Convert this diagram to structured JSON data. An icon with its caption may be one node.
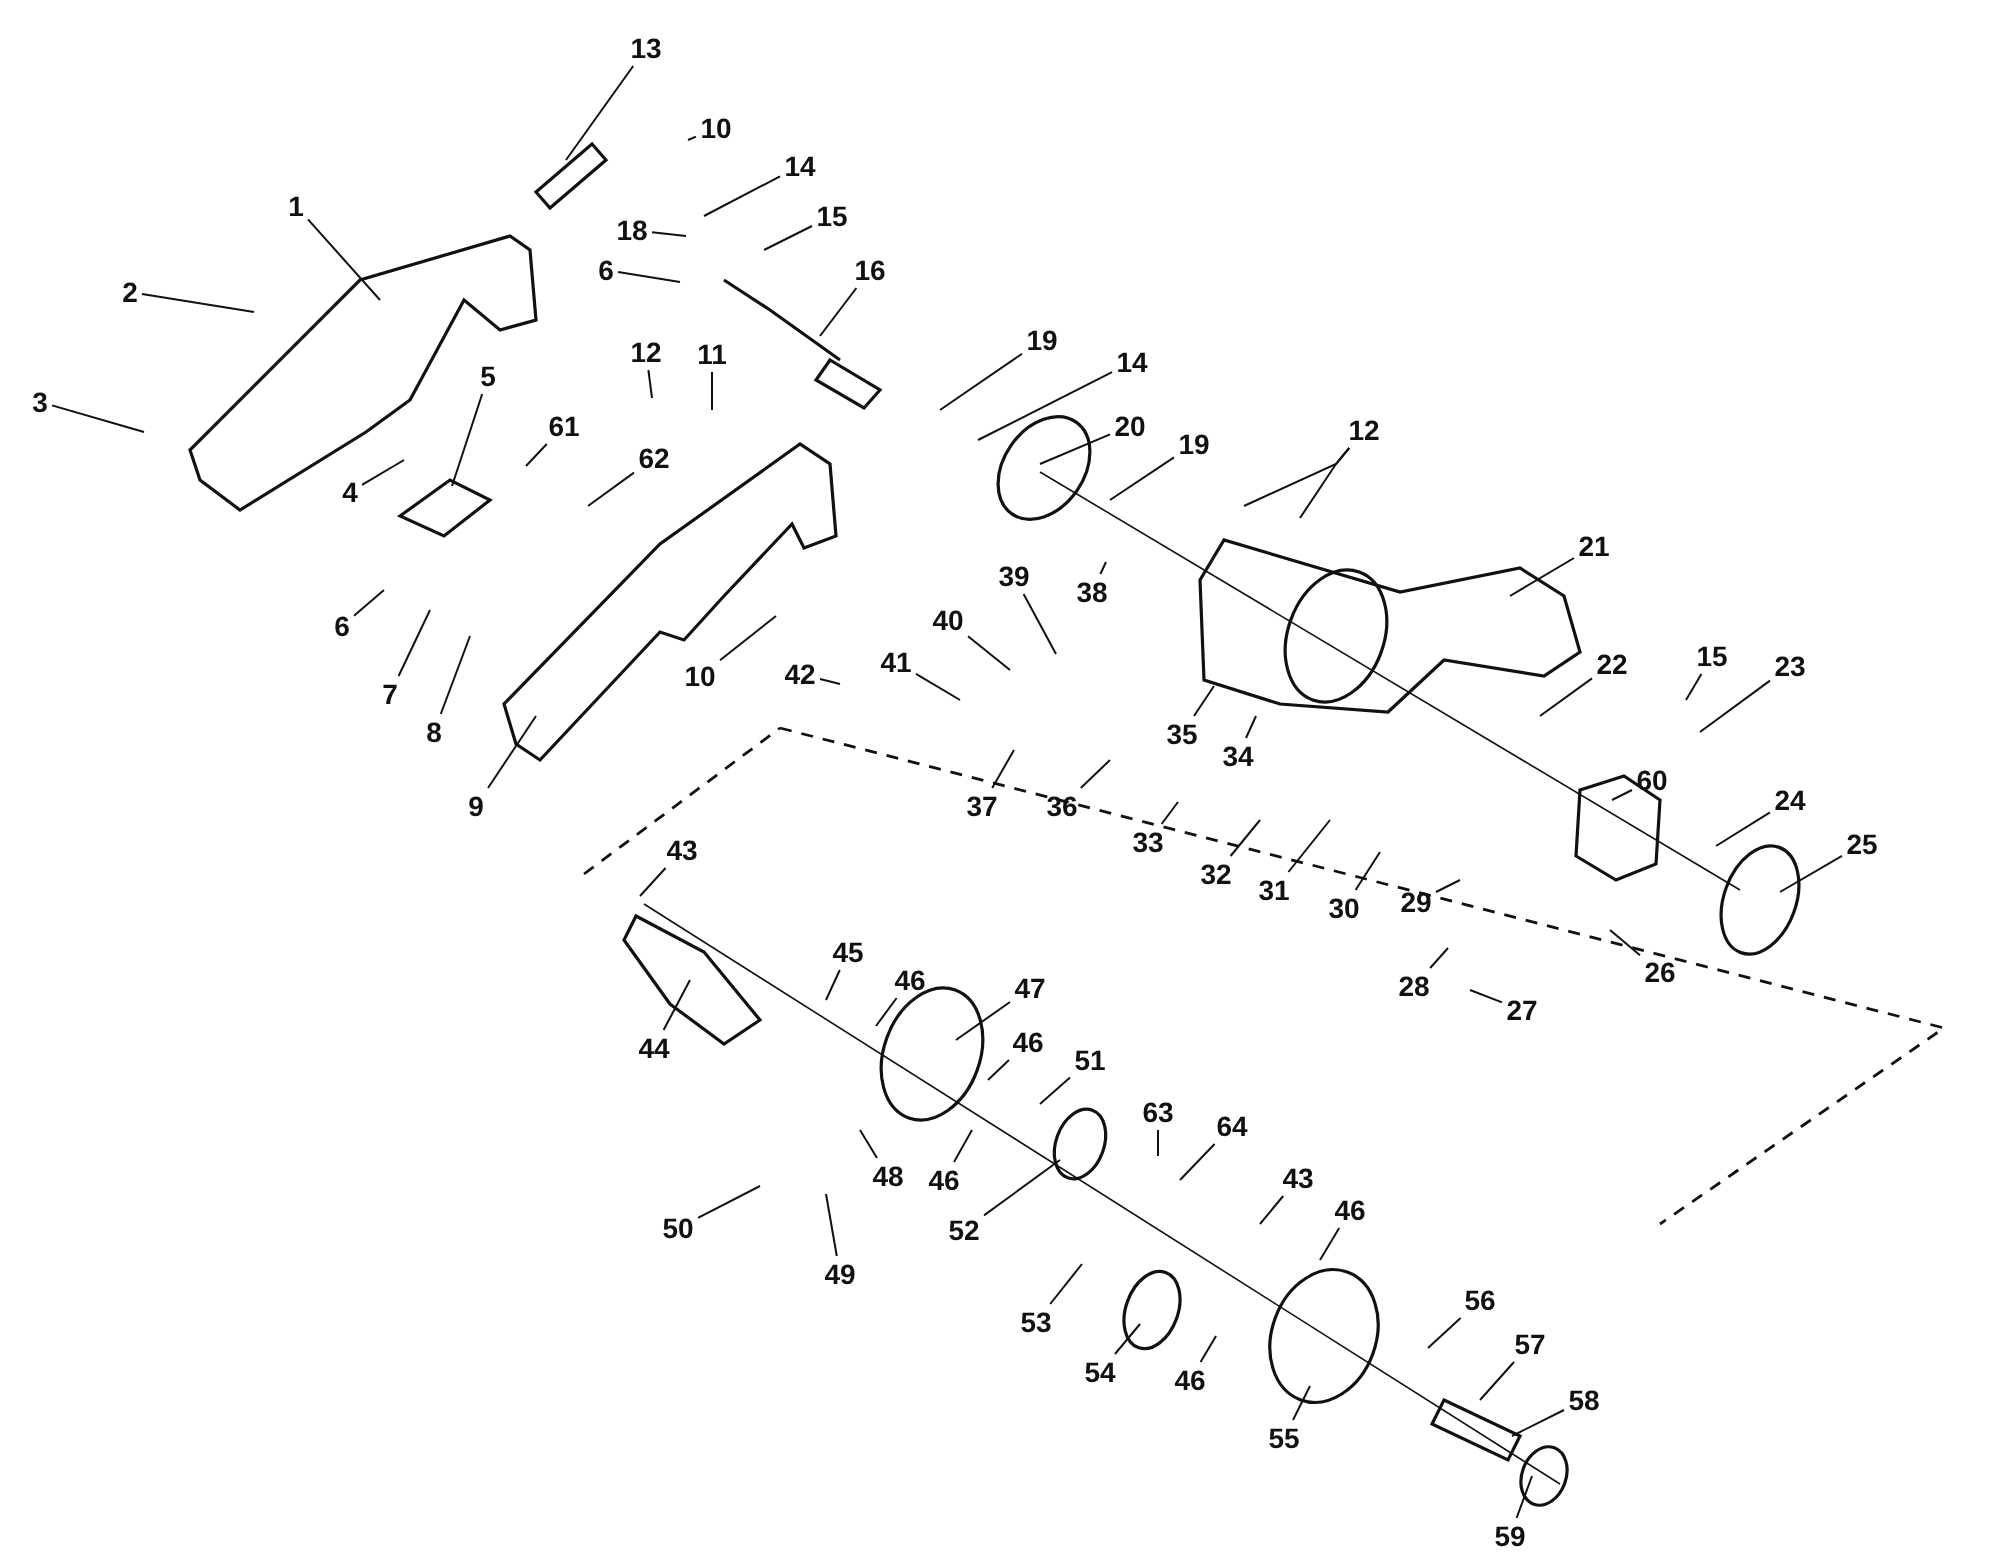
{
  "diagram": {
    "nodes": [
      {
        "text": [
          "1"
        ]
      },
      {
        "text": [
          "2"
        ]
      },
      {
        "text": [
          "3"
        ]
      },
      {
        "text": [
          "4"
        ]
      },
      {
        "text": [
          "5"
        ]
      },
      {
        "text": [
          "61"
        ]
      },
      {
        "text": [
          "62"
        ]
      },
      {
        "text": [
          "6"
        ]
      },
      {
        "text": [
          "7"
        ]
      },
      {
        "text": [
          "8"
        ]
      },
      {
        "text": [
          "9"
        ]
      },
      {
        "text": [
          "10"
        ]
      },
      {
        "text": [
          "13"
        ]
      },
      {
        "text": [
          "10"
        ]
      },
      {
        "text": [
          "14"
        ]
      },
      {
        "text": [
          "15"
        ]
      },
      {
        "text": [
          "18"
        ]
      },
      {
        "text": [
          "6"
        ]
      },
      {
        "text": [
          "16"
        ]
      },
      {
        "text": [
          "12"
        ]
      },
      {
        "text": [
          "11"
        ]
      },
      {
        "text": [
          "19"
        ]
      },
      {
        "text": [
          "14"
        ]
      },
      {
        "text": [
          "20"
        ]
      },
      {
        "text": [
          "19"
        ]
      },
      {
        "text": [
          "12"
        ]
      },
      {
        "text": [
          "21"
        ]
      },
      {
        "text": [
          "39"
        ]
      },
      {
        "text": [
          "38"
        ]
      },
      {
        "text": [
          "40"
        ]
      },
      {
        "text": [
          "41"
        ]
      },
      {
        "text": [
          "42"
        ]
      },
      {
        "text": [
          "35"
        ]
      },
      {
        "text": [
          "34"
        ]
      },
      {
        "text": [
          "22"
        ]
      },
      {
        "text": [
          "15"
        ]
      },
      {
        "text": [
          "23"
        ]
      },
      {
        "text": [
          "60"
        ]
      },
      {
        "text": [
          "24"
        ]
      },
      {
        "text": [
          "25"
        ]
      },
      {
        "text": [
          "26"
        ]
      },
      {
        "text": [
          "28"
        ]
      },
      {
        "text": [
          "27"
        ]
      },
      {
        "text": [
          "29"
        ]
      },
      {
        "text": [
          "30"
        ]
      },
      {
        "text": [
          "31"
        ]
      },
      {
        "text": [
          "32"
        ]
      },
      {
        "text": [
          "33"
        ]
      },
      {
        "text": [
          "36"
        ]
      },
      {
        "text": [
          "37"
        ]
      },
      {
        "text": [
          "43"
        ]
      },
      {
        "text": [
          "44"
        ]
      },
      {
        "text": [
          "45"
        ]
      },
      {
        "text": [
          "46"
        ]
      },
      {
        "text": [
          "47"
        ]
      },
      {
        "text": [
          "46"
        ]
      },
      {
        "text": [
          "51"
        ]
      },
      {
        "text": [
          "48"
        ]
      },
      {
        "text": [
          "46"
        ]
      },
      {
        "text": [
          "52"
        ]
      },
      {
        "text": [
          "50"
        ]
      },
      {
        "text": [
          "49"
        ]
      },
      {
        "text": [
          "63"
        ]
      },
      {
        "text": [
          "64"
        ]
      },
      {
        "text": [
          "43"
        ]
      },
      {
        "text": [
          "46"
        ]
      },
      {
        "text": [
          "53"
        ]
      },
      {
        "text": [
          "54"
        ]
      },
      {
        "text": [
          "46"
        ]
      },
      {
        "text": [
          "55"
        ]
      },
      {
        "text": [
          "56"
        ]
      },
      {
        "text": [
          "57"
        ]
      },
      {
        "text": [
          "58"
        ]
      },
      {
        "text": [
          "59"
        ]
      }
    ],
    "edges": [
      {
        "from": 0,
        "to": null,
        "arrow": "none"
      },
      {
        "from": 1,
        "to": null,
        "arrow": "none"
      },
      {
        "from": 2,
        "to": null,
        "arrow": "none"
      },
      {
        "from": 3,
        "to": null,
        "arrow": "none"
      },
      {
        "from": 4,
        "to": null,
        "arrow": "none"
      },
      {
        "from": 5,
        "to": null,
        "arrow": "none"
      },
      {
        "from": 6,
        "to": null,
        "arrow": "none"
      },
      {
        "from": 7,
        "to": null,
        "arrow": "none"
      },
      {
        "from": 8,
        "to": null,
        "arrow": "none"
      },
      {
        "from": 9,
        "to": null,
        "arrow": "none"
      },
      {
        "from": 10,
        "to": null,
        "arrow": "none"
      },
      {
        "from": 11,
        "to": null,
        "arrow": "none"
      },
      {
        "from": 12,
        "to": null,
        "arrow": "none"
      },
      {
        "from": 13,
        "to": null,
        "arrow": "none"
      },
      {
        "from": 14,
        "to": null,
        "arrow": "none"
      },
      {
        "from": 15,
        "to": null,
        "arrow": "none"
      },
      {
        "from": 16,
        "to": null,
        "arrow": "none"
      },
      {
        "from": 17,
        "to": null,
        "arrow": "none"
      },
      {
        "from": 18,
        "to": null,
        "arrow": "none"
      },
      {
        "from": 19,
        "to": null,
        "arrow": "none"
      },
      {
        "from": 20,
        "to": null,
        "arrow": "none"
      },
      {
        "from": 21,
        "to": null,
        "arrow": "none"
      },
      {
        "from": 22,
        "to": null,
        "arrow": "none"
      },
      {
        "from": 23,
        "to": null,
        "arrow": "none"
      },
      {
        "from": 24,
        "to": null,
        "arrow": "none"
      },
      {
        "from": 25,
        "to": null,
        "arrow": "none"
      },
      {
        "from": 25,
        "to": null,
        "arrow": "none"
      },
      {
        "from": 26,
        "to": null,
        "arrow": "none"
      },
      {
        "from": 27,
        "to": null,
        "arrow": "none"
      },
      {
        "from": 28,
        "to": null,
        "arrow": "none"
      },
      {
        "from": 29,
        "to": null,
        "arrow": "none"
      },
      {
        "from": 30,
        "to": null,
        "arrow": "none"
      },
      {
        "from": 31,
        "to": null,
        "arrow": "none"
      },
      {
        "from": 32,
        "to": null,
        "arrow": "none"
      },
      {
        "from": 33,
        "to": null,
        "arrow": "none"
      },
      {
        "from": 34,
        "to": null,
        "arrow": "none"
      },
      {
        "from": 35,
        "to": null,
        "arrow": "none"
      },
      {
        "from": 36,
        "to": null,
        "arrow": "none"
      },
      {
        "from": 37,
        "to": null,
        "arrow": "none"
      },
      {
        "from": 38,
        "to": null,
        "arrow": "none"
      },
      {
        "from": 39,
        "to": null,
        "arrow": "none"
      },
      {
        "from": 40,
        "to": null,
        "arrow": "none"
      },
      {
        "from": 41,
        "to": null,
        "arrow": "none"
      },
      {
        "from": 42,
        "to": null,
        "arrow": "none"
      },
      {
        "from": 43,
        "to": null,
        "arrow": "none"
      },
      {
        "from": 44,
        "to": null,
        "arrow": "none"
      },
      {
        "from": 45,
        "to": null,
        "arrow": "none"
      },
      {
        "from": 46,
        "to": null,
        "arrow": "none"
      },
      {
        "from": 47,
        "to": null,
        "arrow": "none"
      },
      {
        "from": 48,
        "to": null,
        "arrow": "none"
      },
      {
        "from": 49,
        "to": null,
        "arrow": "none"
      },
      {
        "from": 50,
        "to": null,
        "arrow": "none"
      },
      {
        "from": 51,
        "to": null,
        "arrow": "none"
      },
      {
        "from": 52,
        "to": null,
        "arrow": "none"
      },
      {
        "from": 53,
        "to": null,
        "arrow": "none"
      },
      {
        "from": 54,
        "to": null,
        "arrow": "none"
      },
      {
        "from": 55,
        "to": null,
        "arrow": "none"
      },
      {
        "from": 56,
        "to": null,
        "arrow": "none"
      },
      {
        "from": 57,
        "to": null,
        "arrow": "none"
      },
      {
        "from": 58,
        "to": null,
        "arrow": "none"
      },
      {
        "from": 59,
        "to": null,
        "arrow": "none"
      },
      {
        "from": 60,
        "to": null,
        "arrow": "none"
      },
      {
        "from": 61,
        "to": null,
        "arrow": "none"
      },
      {
        "from": 62,
        "to": null,
        "arrow": "none"
      },
      {
        "from": 63,
        "to": null,
        "arrow": "none"
      },
      {
        "from": 64,
        "to": null,
        "arrow": "none"
      },
      {
        "from": 65,
        "to": null,
        "arrow": "none"
      },
      {
        "from": 66,
        "to": null,
        "arrow": "none"
      },
      {
        "from": 67,
        "to": null,
        "arrow": "none"
      },
      {
        "from": 68,
        "to": null,
        "arrow": "none"
      },
      {
        "from": 69,
        "to": null,
        "arrow": "none"
      },
      {
        "from": 70,
        "to": null,
        "arrow": "none"
      },
      {
        "from": 71,
        "to": null,
        "arrow": "none"
      },
      {
        "from": 72,
        "to": null,
        "arrow": "none"
      },
      {
        "from": 73,
        "to": null,
        "arrow": "none"
      }
    ]
  }
}
